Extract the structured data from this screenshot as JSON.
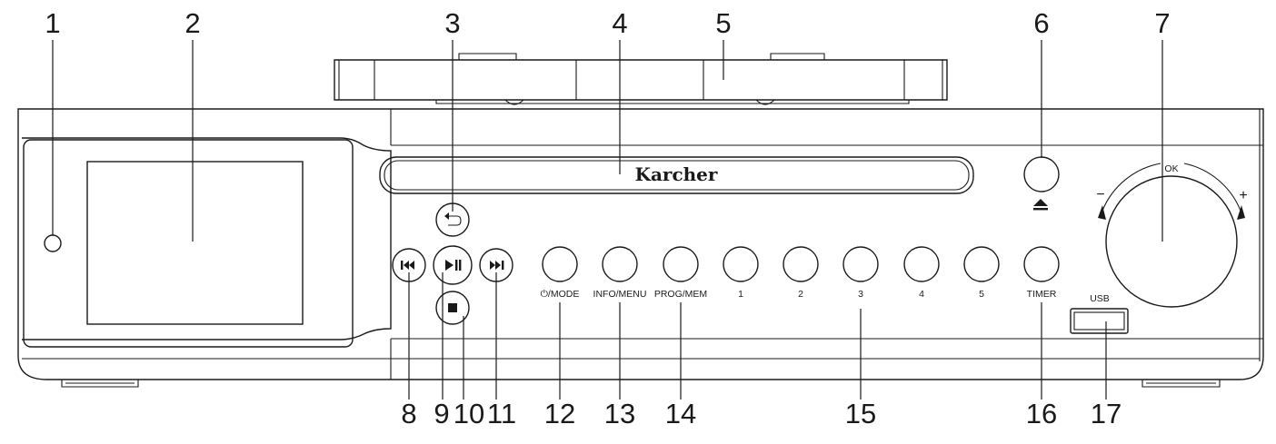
{
  "brand": "Karcher",
  "knob": {
    "top": "OK",
    "left": "−",
    "right": "+"
  },
  "usb_label": "USB",
  "buttons": {
    "mode": "⏻/MODE",
    "info_menu": "INFO/MENU",
    "prog_mem": "PROG/MEM",
    "preset_1": "1",
    "preset_2": "2",
    "preset_3": "3",
    "preset_4": "4",
    "preset_5": "5",
    "timer": "TIMER"
  },
  "callouts": [
    "1",
    "2",
    "3",
    "4",
    "5",
    "6",
    "7",
    "8",
    "9",
    "10",
    "11",
    "12",
    "13",
    "14",
    "15",
    "16",
    "17"
  ]
}
